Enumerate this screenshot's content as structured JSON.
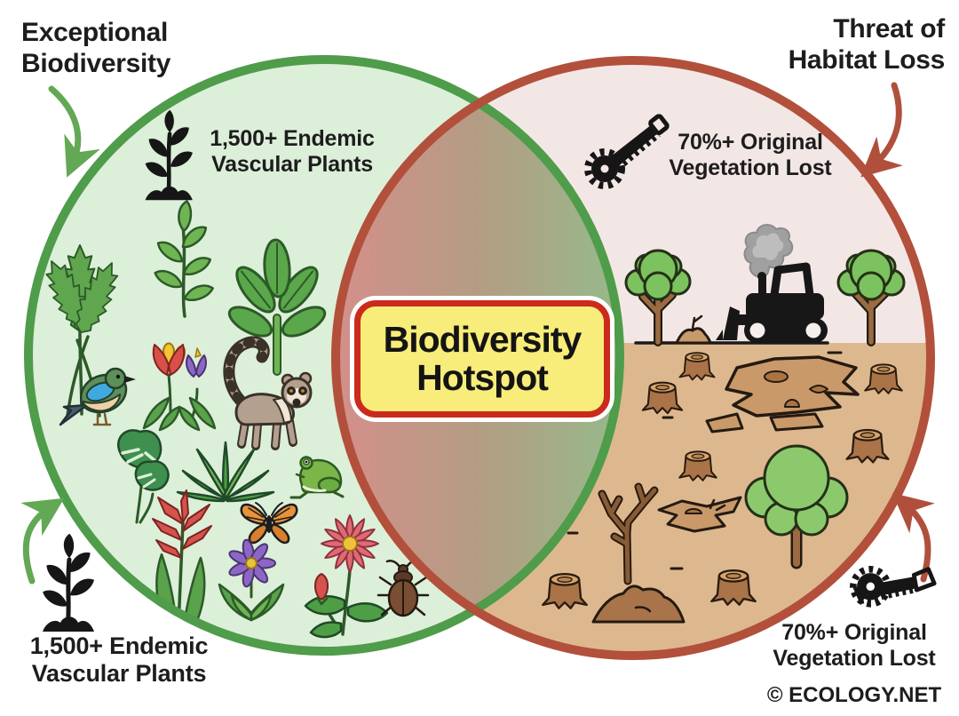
{
  "diagram": {
    "type": "venn",
    "center_label": {
      "line1": "Biodiversity",
      "line2": "Hotspot",
      "text": "Biodiversity Hotspot"
    },
    "left_circle": {
      "title": {
        "line1": "Exceptional",
        "line2": "Biodiversity",
        "text": "Exceptional Biodiversity"
      },
      "stat_top": {
        "line1": "1,500+ Endemic",
        "line2": "Vascular Plants",
        "text": "1,500+ Endemic Vascular Plants"
      },
      "stat_bottom": {
        "line1": "1,500+ Endemic",
        "line2": "Vascular Plants",
        "text": "1,500+ Endemic Vascular Plants"
      },
      "stat_icon": "seedling-icon",
      "illustrations": [
        "fern",
        "leafy-plant",
        "banana-plant",
        "bird",
        "tropical-flowers",
        "ring-tailed-lemur",
        "monstera",
        "agave",
        "tree-frog",
        "heliconia",
        "butterfly",
        "purple-flower",
        "dahlia-flower",
        "beetle"
      ]
    },
    "right_circle": {
      "title": {
        "line1": "Threat of",
        "line2": "Habitat Loss",
        "text": "Threat of Habitat Loss"
      },
      "stat_top": {
        "line1": "70%+ Original",
        "line2": "Vegetation Lost",
        "text": "70%+ Original Vegetation Lost"
      },
      "stat_bottom": {
        "line1": "70%+ Original",
        "line2": "Vegetation Lost",
        "text": "70%+ Original Vegetation Lost"
      },
      "stat_icon": "circular-saw-icon",
      "illustrations": [
        "tree",
        "smoke",
        "bulldozer",
        "tree",
        "tree-stump",
        "cracked-soil",
        "dead-tree",
        "lone-tree",
        "dirt-mound",
        "tree-stump",
        "tree-stump",
        "tree-stump",
        "tree-stump",
        "tree-stump",
        "tree-stump"
      ]
    },
    "overlap_gradient": [
      "#d2908a",
      "#b39d83",
      "#97b98a"
    ]
  },
  "footer": {
    "copyright": "© ECOLOGY.NET"
  },
  "colors": {
    "background": "#ffffff",
    "text": "#1d1d1d",
    "box_fill": "#f8ec7a",
    "box_border": "#cc2a1c",
    "left_fill": "#dcefd9",
    "left_stroke": "#4f9c4b",
    "right_sky": "#f3e7e5",
    "right_ground": "#ddb88f",
    "right_stroke": "#b2503c",
    "lens_left": "#d2908a",
    "lens_mid": "#b39d83",
    "lens_right": "#97b98a",
    "arrow_green": "#63a854",
    "arrow_red": "#b0503c"
  }
}
